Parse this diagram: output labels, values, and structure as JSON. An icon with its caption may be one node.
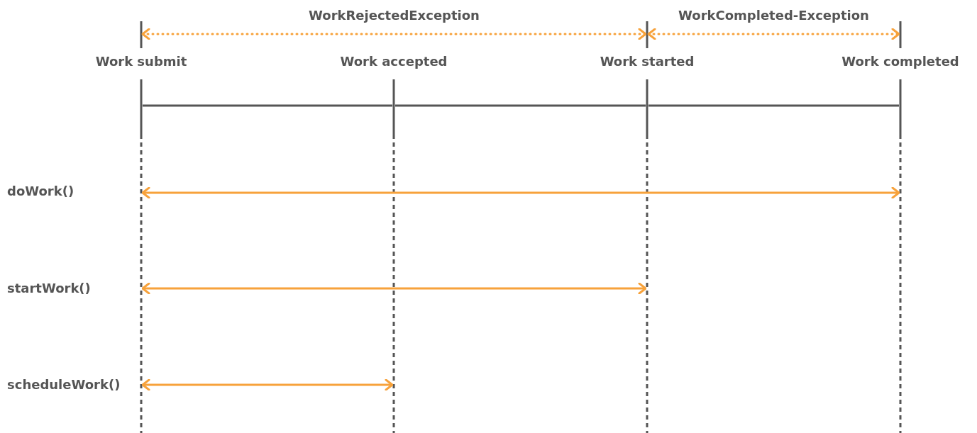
{
  "diagram": {
    "nodes": [
      {
        "text": [],
        "shape": "bar",
        "beside": [
          "Work submit"
        ]
      },
      {
        "text": [],
        "shape": "bar",
        "beside": [
          "Work accepted"
        ]
      },
      {
        "text": [],
        "shape": "bar",
        "beside": [
          "Work started"
        ]
      },
      {
        "text": [],
        "shape": "bar",
        "beside": [
          "Work completed"
        ]
      }
    ],
    "edges": [
      {
        "from": 0,
        "to": 2,
        "arrow": "both",
        "style": "dashed",
        "label": "WorkRejectedException"
      },
      {
        "from": 2,
        "to": 3,
        "arrow": "both",
        "style": "dashed",
        "label": "WorkCompleted-Exception"
      },
      {
        "from": 0,
        "to": 3,
        "arrow": "both"
      },
      {
        "from": 0,
        "to": 2,
        "arrow": "both"
      },
      {
        "from": 0,
        "to": 1,
        "arrow": "both"
      },
      {
        "from": 0,
        "to": 1,
        "arrow": "none",
        "color": "#555555"
      },
      {
        "from": 1,
        "to": 2,
        "arrow": "none",
        "color": "#555555"
      },
      {
        "from": 2,
        "to": 3,
        "arrow": "none",
        "color": "#555555"
      }
    ],
    "labels": [
      "doWork()",
      "startWork()",
      "scheduleWork()"
    ]
  }
}
